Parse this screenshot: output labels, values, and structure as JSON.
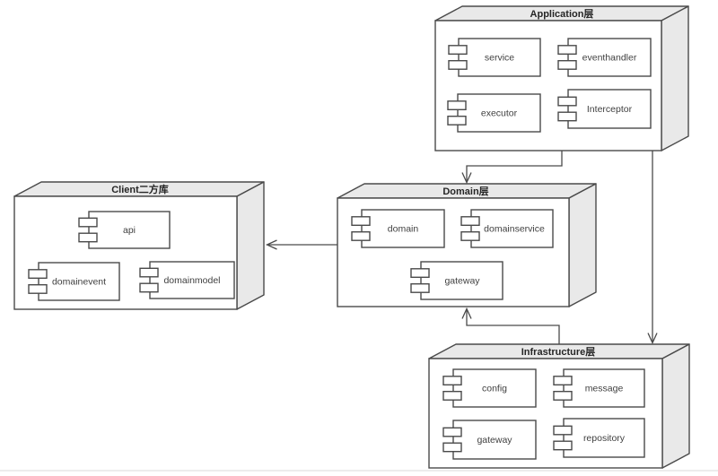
{
  "diagram": {
    "type": "uml-component-diagram",
    "nodes": [
      {
        "id": "application",
        "title": "Application层",
        "components": [
          "service",
          "eventhandler",
          "executor",
          "Interceptor"
        ]
      },
      {
        "id": "client",
        "title": "Client二方库",
        "components": [
          "api",
          "domainevent",
          "domainmodel"
        ]
      },
      {
        "id": "domain",
        "title": "Domain层",
        "components": [
          "domain",
          "domainservice",
          "gateway"
        ]
      },
      {
        "id": "infrastructure",
        "title": "Infrastructure层",
        "components": [
          "config",
          "message",
          "gateway",
          "repository"
        ]
      }
    ],
    "edges": [
      {
        "from": "Application层",
        "to": "Domain层"
      },
      {
        "from": "Application层",
        "to": "Infrastructure层"
      },
      {
        "from": "Infrastructure层",
        "to": "Domain层"
      },
      {
        "from": "Domain层",
        "to": "Client二方库"
      }
    ]
  },
  "colors": {
    "stroke": "#4a4a4a",
    "face": "#e9e9e9",
    "front": "#ffffff",
    "title": "#262626",
    "text": "#404040",
    "page_edge": "#d9d9d9"
  }
}
